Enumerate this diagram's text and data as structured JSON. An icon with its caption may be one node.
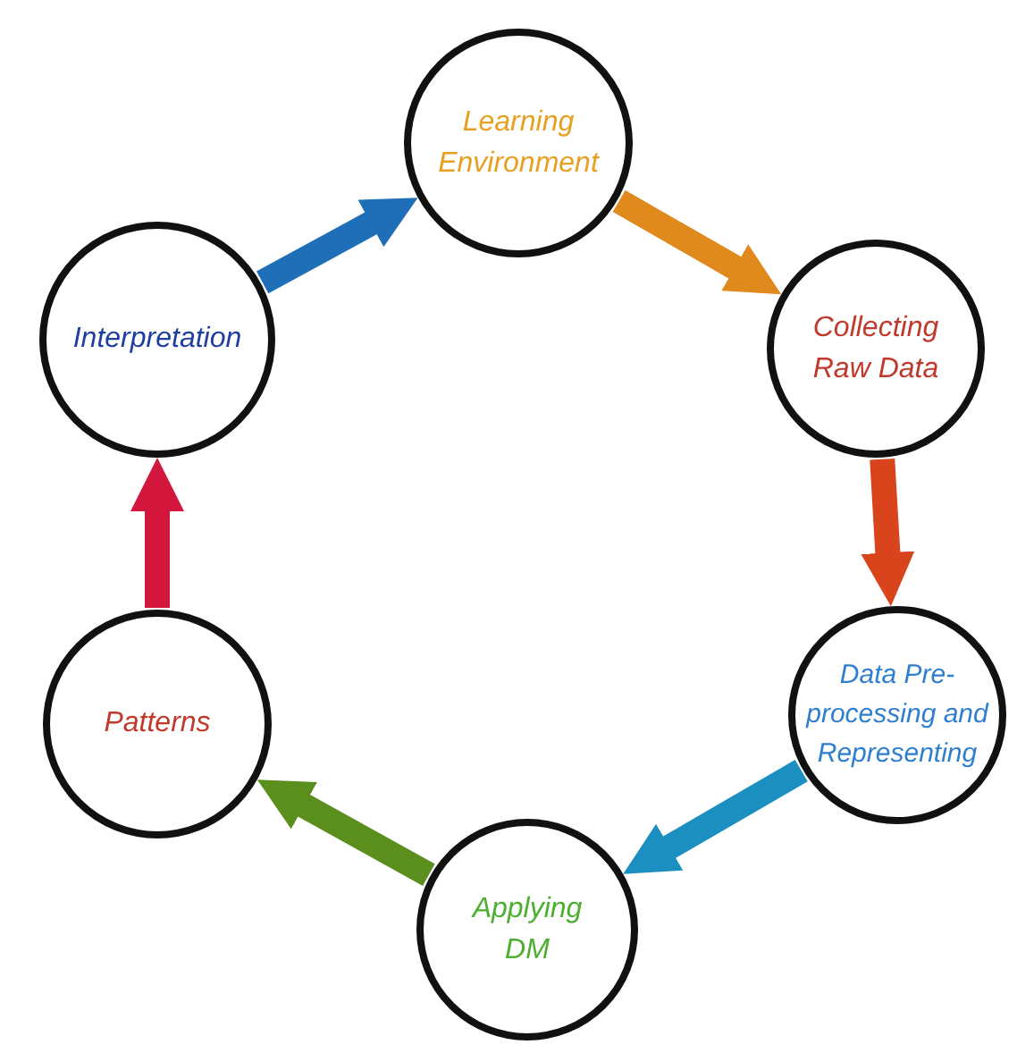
{
  "diagram": {
    "nodes": [
      {
        "text": [
          "Learning Environment"
        ]
      },
      {
        "text": [
          "Collecting Raw Data"
        ]
      },
      {
        "text": [
          "Data Pre-processing and Representing"
        ]
      },
      {
        "text": [
          "Applying DM"
        ]
      },
      {
        "text": [
          "Patterns"
        ]
      },
      {
        "text": [
          "Interpretation"
        ]
      }
    ],
    "edges": [
      {
        "from": 5,
        "to": 0,
        "arrow": "to",
        "color": "#1f6fb8"
      },
      {
        "from": 0,
        "to": 1,
        "arrow": "to",
        "color": "#e08a1e"
      },
      {
        "from": 1,
        "to": 2,
        "arrow": "to",
        "color": "#d9441c"
      },
      {
        "from": 2,
        "to": 3,
        "arrow": "to",
        "color": "#1b8fc0"
      },
      {
        "from": 3,
        "to": 4,
        "arrow": "to",
        "color": "#5a8f1e"
      },
      {
        "from": 4,
        "to": 5,
        "arrow": "to",
        "color": "#d4163c"
      }
    ]
  }
}
